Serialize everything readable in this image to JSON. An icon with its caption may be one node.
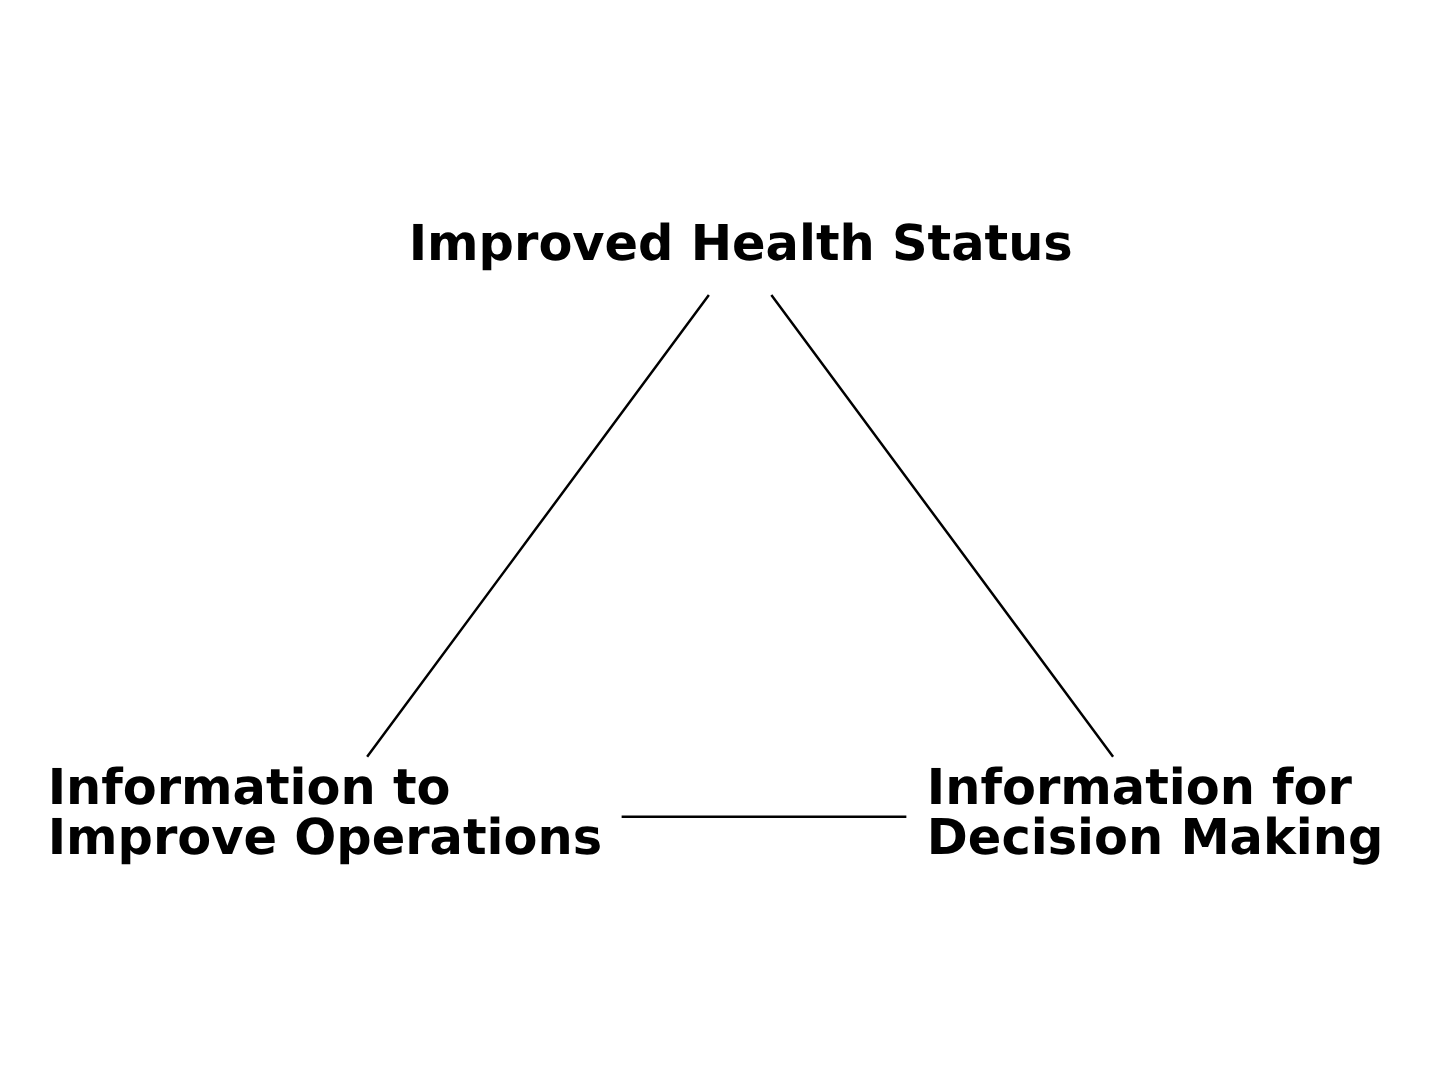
{
  "diagram": {
    "nodes": [
      {
        "text": [
          "Improved Health Status"
        ]
      },
      {
        "text": [
          "Information to Improve Operations"
        ]
      },
      {
        "text": [
          "Information for Decision Making"
        ]
      }
    ],
    "edges": [
      {
        "from": 0,
        "to": 1,
        "arrow": "none"
      },
      {
        "from": 0,
        "to": 2,
        "arrow": "none"
      },
      {
        "from": 1,
        "to": 2,
        "arrow": "none"
      }
    ]
  }
}
